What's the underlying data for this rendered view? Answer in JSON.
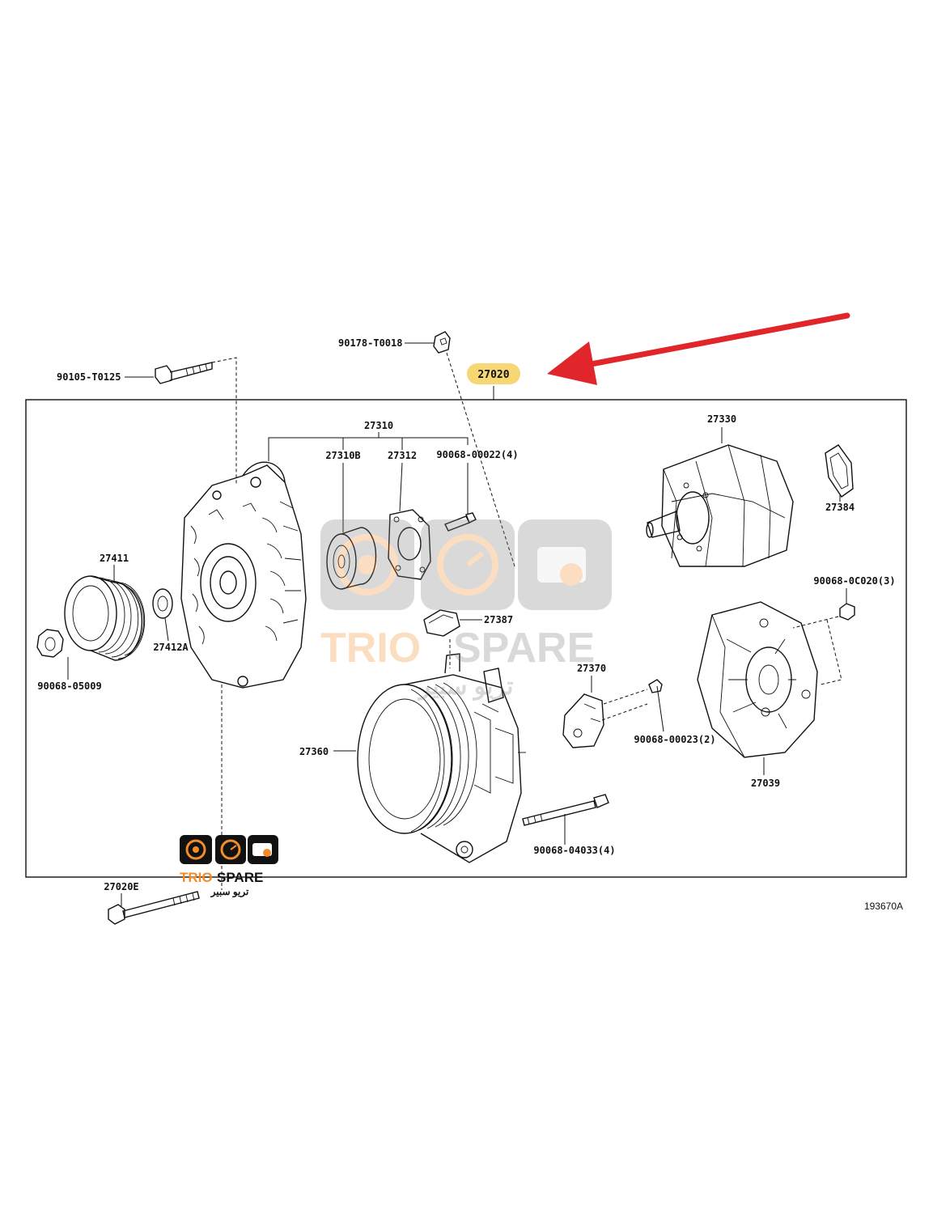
{
  "diagram": {
    "main_assembly": "27020",
    "reference_code": "193670A",
    "highlight_color": "#f7d774",
    "arrow_color": "#e0262b",
    "parts": {
      "p90178": "90178-T0018",
      "p90105": "90105-T0125",
      "p27310": "27310",
      "p27310b": "27310B",
      "p27312": "27312",
      "p90068_00022": "90068-00022(4)",
      "p27330": "27330",
      "p27384": "27384",
      "p27411": "27411",
      "p27412a": "27412A",
      "p90068_05009": "90068-05009",
      "p27387": "27387",
      "p27370": "27370",
      "p90068_0c020": "90068-0C020(3)",
      "p90068_00023": "90068-00023(2)",
      "p27039": "27039",
      "p27360": "27360",
      "p90068_04033": "90068-04033(4)",
      "p27020e": "27020E"
    }
  },
  "watermark": {
    "brand_left": "TRIO",
    "brand_right": "SPARE",
    "brand_arabic": "تريو سبير",
    "color_orange": "#f28c28",
    "color_gray": "#7a7a7a"
  }
}
